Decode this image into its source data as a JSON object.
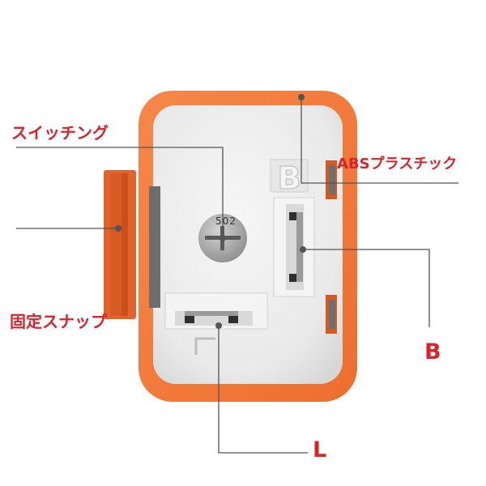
{
  "diagram": {
    "labels": {
      "switching": "スイッチング",
      "abs_plastic": "ABSプラスチック",
      "fixing_snap": "固定スナップ",
      "terminal_b": "B",
      "terminal_l": "L"
    },
    "dial_marks": "502",
    "terminal_b_mark": "B",
    "colors": {
      "housing_orange": "#f47b3a",
      "clip_orange": "#e2622b",
      "face_gray": "#ececec",
      "label_red": "#d9232b",
      "leader_line": "#555555"
    }
  }
}
